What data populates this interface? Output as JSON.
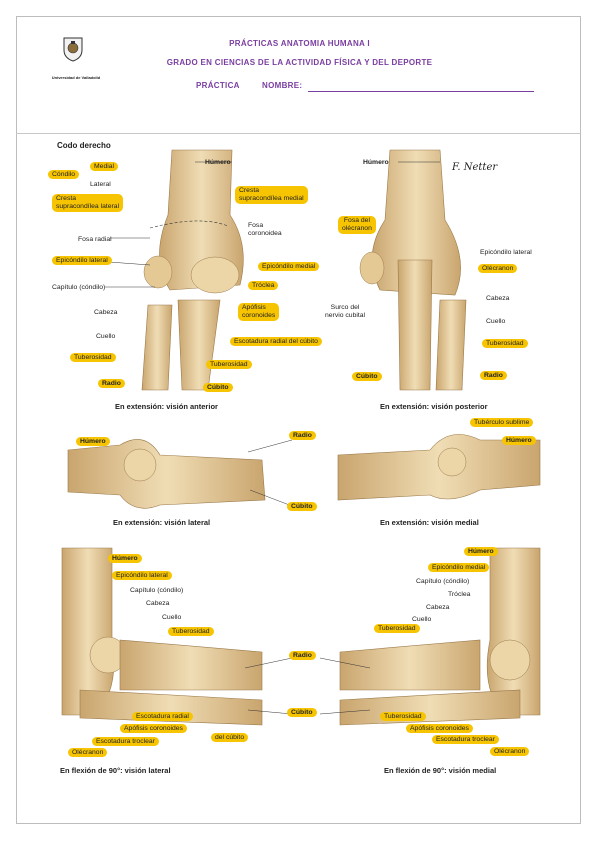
{
  "header": {
    "line1": "PRÁCTICAS ANATOMIA HUMANA I",
    "line2": "GRADO EN CIENCIAS DE LA ACTIVIDAD FÍSICA Y DEL DEPORTE",
    "practica": "PRÁCTICA",
    "nombre": "NOMBRE:",
    "university": "Universidad de Valladolid"
  },
  "section_title": "Codo derecho",
  "captions": {
    "anterior": "En extensión: visión anterior",
    "posterior": "En extensión: visión posterior",
    "lateral_ext": "En extensión: visión lateral",
    "medial_ext": "En extensión: visión medial",
    "lateral_flex": "En flexión de 90°: visión lateral",
    "medial_flex": "En flexión de 90°: visión medial"
  },
  "labels": {
    "humero": "Húmero",
    "condilo": "Cóndilo",
    "medial": "Medial",
    "lateral": "Lateral",
    "cresta_lat": "Cresta\nsupracondílea lateral",
    "cresta_med": "Cresta\nsupracondílea medial",
    "fosa_radial": "Fosa radial",
    "fosa_coronoidea": "Fosa\ncoronoidea",
    "epicondilo_lateral": "Epicóndilo lateral",
    "epicondilo_medial": "Epicóndilo medial",
    "capitulo": "Capítulo (cóndilo)",
    "troclea": "Tróclea",
    "cabeza": "Cabeza",
    "apofisis_coronoides": "Apófisis\ncoronoides",
    "cuello": "Cuello",
    "escotadura_radial": "Escotadura radial del cúbito",
    "tuberosidad": "Tuberosidad",
    "radio": "Radio",
    "cubito": "Cúbito",
    "fosa_olecranon": "Fosa del\nolécranon",
    "olecranon": "Olécranon",
    "surco": "Surco del\nnervio cubital",
    "tuberculo_sublime": "Tubérculo sublime",
    "escotadura_radial_short": "Escotadura radial",
    "apofisis_coronoides_1l": "Apófisis coronoides",
    "escotadura_troclear": "Escotadura troclear",
    "del_cubito": "del cúbito",
    "signature": "F. Netter"
  },
  "colors": {
    "highlight": "#f6c400",
    "header": "#7a3ea0",
    "bone": "#e9d3a6",
    "bone_shade": "#c9a56e"
  }
}
